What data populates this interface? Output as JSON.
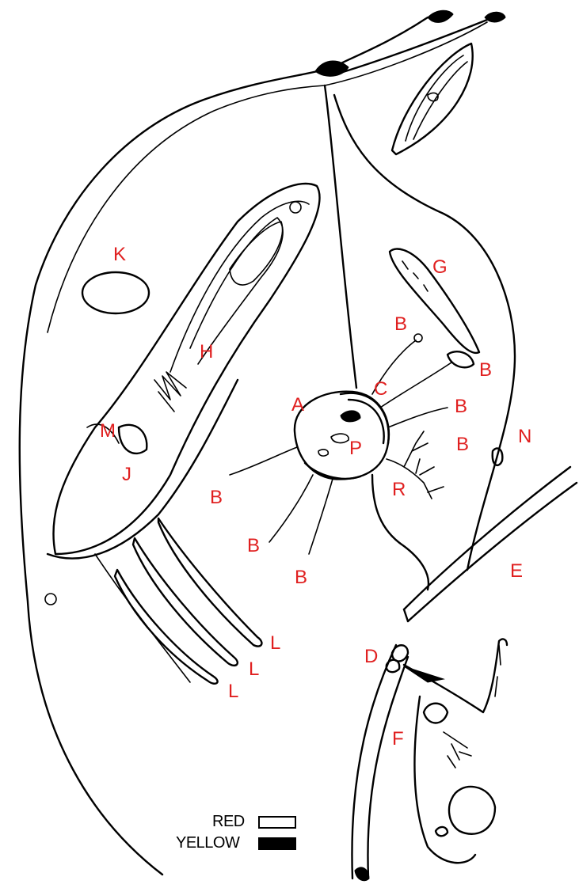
{
  "labels": {
    "K": "K",
    "G": "G",
    "H": "H",
    "A": "A",
    "C": "C",
    "P": "P",
    "M": "M",
    "J": "J",
    "N": "N",
    "R": "R",
    "E": "E",
    "D": "D",
    "F": "F",
    "L": "L",
    "B": "B"
  },
  "legend": {
    "red_label": "RED",
    "yellow_label": "YELLOW",
    "red_swatch_color": "#ffffff",
    "yellow_swatch_color": "#000000"
  }
}
